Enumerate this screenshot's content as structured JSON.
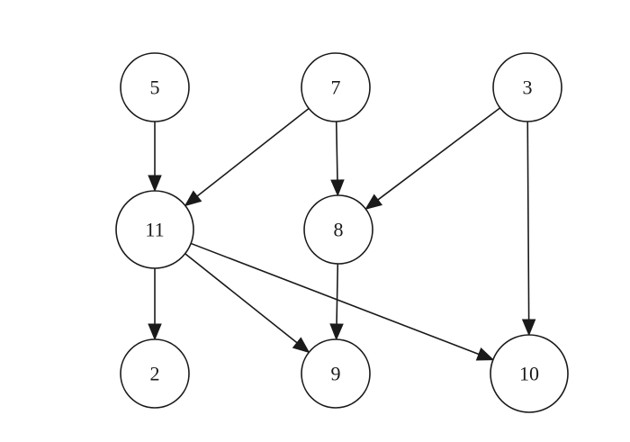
{
  "graph": {
    "nodes": [
      {
        "id": "5",
        "label": "5"
      },
      {
        "id": "7",
        "label": "7"
      },
      {
        "id": "3",
        "label": "3"
      },
      {
        "id": "11",
        "label": "11"
      },
      {
        "id": "8",
        "label": "8"
      },
      {
        "id": "2",
        "label": "2"
      },
      {
        "id": "9",
        "label": "9"
      },
      {
        "id": "10",
        "label": "10"
      }
    ],
    "edges": [
      {
        "from": "5",
        "to": "11"
      },
      {
        "from": "7",
        "to": "11"
      },
      {
        "from": "7",
        "to": "8"
      },
      {
        "from": "3",
        "to": "8"
      },
      {
        "from": "3",
        "to": "10"
      },
      {
        "from": "11",
        "to": "2"
      },
      {
        "from": "11",
        "to": "9"
      },
      {
        "from": "11",
        "to": "10"
      },
      {
        "from": "8",
        "to": "9"
      }
    ],
    "colors": {
      "stroke": "#1a1a1a",
      "fill": "#ffffff",
      "background": "#ffffff"
    }
  }
}
